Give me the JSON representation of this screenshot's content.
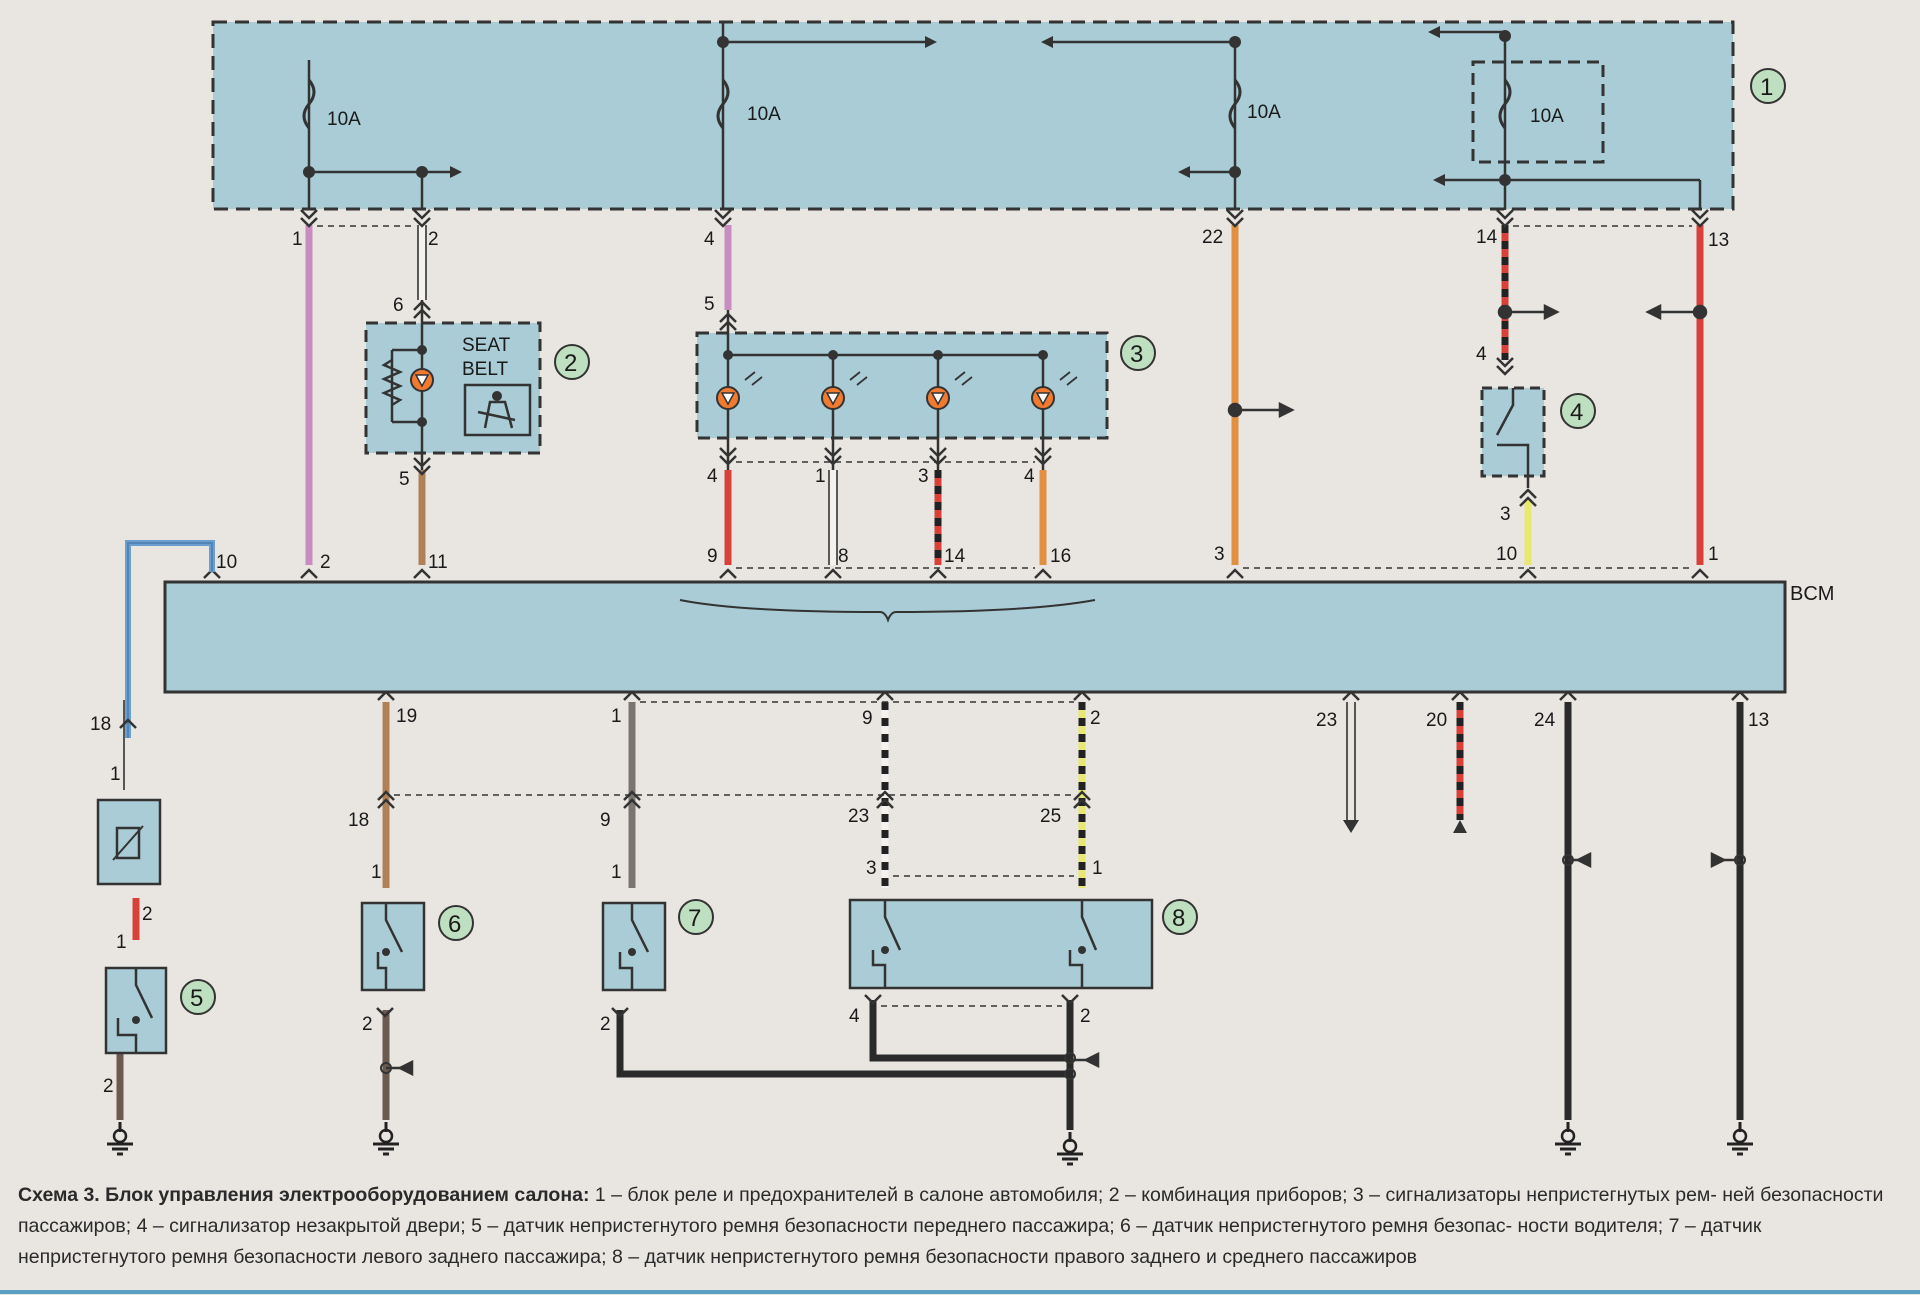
{
  "fuses": {
    "f1": "10A",
    "f2": "10A",
    "f3": "10A",
    "f4": "10A"
  },
  "components": {
    "c1": "1",
    "c2": "2",
    "c3": "3",
    "c4": "4",
    "c5": "5",
    "c6": "6",
    "c7": "7",
    "c8": "8"
  },
  "bcm_label": "BCM",
  "seat_belt": {
    "line1": "SEAT",
    "line2": "BELT"
  },
  "pins": {
    "p_1": "1",
    "p_2": "2",
    "p_4": "4",
    "p_22": "22",
    "p_14": "14",
    "p_13": "13",
    "p_6": "6",
    "p_5": "5",
    "p_5b": "5",
    "p_4b": "4",
    "p_1b": "1",
    "p_3b": "3",
    "p_4c": "4",
    "p_4d": "4",
    "p_3d": "3",
    "b_10": "10",
    "b_2": "2",
    "b_11": "11",
    "b_9": "9",
    "b_8": "8",
    "b_14": "14",
    "b_16": "16",
    "b_3": "3",
    "b_10b": "10",
    "b_1": "1",
    "d_19": "19",
    "d_1": "1",
    "d_9": "9",
    "d_2": "2",
    "d_23": "23",
    "d_20": "20",
    "d_24": "24",
    "d_13": "13",
    "l_18": "18",
    "l_1": "1",
    "l_2": "2",
    "l_1b": "1",
    "l_2b": "2",
    "s6_18": "18",
    "s6_1": "1",
    "s6_2": "2",
    "s7_9": "9",
    "s7_1": "1",
    "s7_2": "2",
    "s8_23": "23",
    "s8_25": "25",
    "s8_3": "3",
    "s8_1": "1",
    "s8_4": "4",
    "s8_2": "2"
  },
  "caption": {
    "title": "Схема 3. Блок управления электрооборудованием салона:",
    "text": " 1 – блок реле и предохранителей в салоне автомобиля; 2 – комбинация приборов; 3 – сигнализаторы непристегнутых рем- ней безопасности пассажиров; 4 – сигнализатор незакрытой двери; 5 – датчик непристегнутого ремня безопасности переднего пассажира; 6 – датчик непристегнутого ремня безопас- ности водителя; 7 – датчик непристегнутого ремня безопасности левого заднего пассажира; 8 – датчик непристегнутого ремня безопасности правого заднего и среднего пассажиров"
  },
  "colors": {
    "box_fill": "#a9ccd6",
    "wire_pink": "#c98cc0",
    "wire_orange": "#e09040",
    "wire_red": "#d8403a",
    "wire_brown": "#b08058",
    "wire_gray": "#7a7570",
    "wire_black": "#2a2a2a",
    "wire_yellow": "#e8e870",
    "wire_blue": "#6a9fd0",
    "accent_green": "#bfe0c0"
  }
}
